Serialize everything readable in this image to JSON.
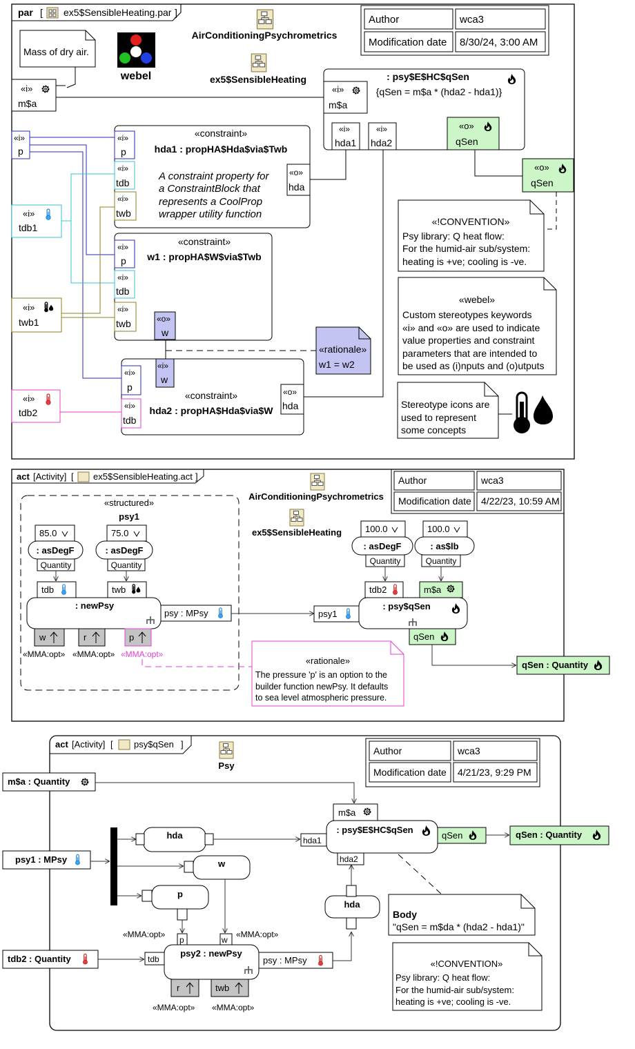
{
  "par": {
    "kw": "par",
    "name": "ex5$SensibleHeating.par",
    "pkg1": "AirConditioningPsychrometrics",
    "pkg2": "ex5$SensibleHeating",
    "logo": "webel",
    "note_mass": "Mass of dry air.",
    "info": {
      "author_label": "Author",
      "author": "wca3",
      "mod_label": "Modification date",
      "mod": "8/30/24, 3:00 AM"
    },
    "stereo_i": "«i»",
    "stereo_o": "«o»",
    "stereo_constraint": "«constraint»",
    "ports": {
      "ma": "m$a",
      "p": "p",
      "tdb1": "tdb1",
      "twb1": "twb1",
      "tdb2": "tdb2",
      "hda": "hda",
      "hda1": "hda1",
      "hda2": "hda2",
      "qsen": "qSen",
      "tdb": "tdb",
      "twb": "twb",
      "w": "w"
    },
    "c1": {
      "name": "hda1 : propHA$Hda$via$Twb",
      "desc": [
        "A constraint property for",
        "a ConstraintBlock that",
        "represents a CoolProp",
        "wrapper utility function"
      ]
    },
    "c2": {
      "name": "w1 : propHA$W$via$Twb"
    },
    "c3": {
      "name": "hda2 : propHA$Hda$via$W"
    },
    "qsen_block": {
      "name": ": psy$E$HC$qSen",
      "formula": "{qSen = m$a * (hda2 - hda1)}"
    },
    "rationale": {
      "kw": "«rationale»",
      "text": "w1 = w2"
    },
    "conv": {
      "kw": "«!CONVENTION»",
      "lines": [
        "Psy library: Q heat flow:",
        "For the humid-air sub/system:",
        "heating is +ve; cooling is -ve."
      ]
    },
    "webel_note": {
      "kw": "«webel»",
      "lines": [
        "Custom stereotypes keywords",
        "«i» and «o»  are used to indicate",
        "value properties and constraint",
        "parameters that are intended to",
        "be  used as (i)nputs and (o)utputs"
      ]
    },
    "icons_note": [
      "Stereotype icons are",
      "used to represent",
      "some concepts"
    ]
  },
  "act1": {
    "kw": "act",
    "kind": "[Activity]",
    "name": "ex5$SensibleHeating.act",
    "pkg1": "AirConditioningPsychrometrics",
    "pkg2": "ex5$SensibleHeating",
    "info": {
      "author_label": "Author",
      "author": "wca3",
      "mod_label": "Modification date",
      "mod": "4/22/23, 10:59 AM"
    },
    "structured_kw": "«structured»",
    "structured_name": "psy1",
    "vals": {
      "v85": "85.0",
      "v75": "75.0",
      "v100a": "100.0",
      "v100b": "100.0"
    },
    "asdegf": ": asDegF",
    "aslb": ": as$lb",
    "quantity": "Quantity",
    "newpsy": ": newPsy",
    "psy_out": "psy : MPsy",
    "psy1_in": "psy1",
    "qsen_action": ": psy$qSen",
    "pins": {
      "tdb": "tdb",
      "twb": "twb",
      "w": "w",
      "r": "r",
      "p": "p",
      "tdb2": "tdb2",
      "ma": "m$a",
      "qsen": "qSen"
    },
    "opt": "«MMA:opt»",
    "qsen_out": "qSen : Quantity",
    "rationale": {
      "kw": "«rationale»",
      "lines": [
        "The pressure 'p' is an option to the",
        "builder function newPsy. It defaults",
        "to sea level atmospheric pressure."
      ]
    }
  },
  "act2": {
    "kw": "act",
    "kind": "[Activity]",
    "name": "psy$qSen",
    "pkg": "Psy",
    "info": {
      "author_label": "Author",
      "author": "wca3",
      "mod_label": "Modification date",
      "mod": "4/21/23, 9:29 PM"
    },
    "ma_param": "m$a : Quantity",
    "psy1_param": "psy1 : MPsy",
    "tdb2_param": "tdb2 : Quantity",
    "qsen_param": "qSen : Quantity",
    "hda": "hda",
    "w": "w",
    "p": "p",
    "newpsy": "psy2 : newPsy",
    "psy_out": "psy : MPsy",
    "qsen_action": ": psy$E$HC$qSen",
    "pins": {
      "ma": "m$a",
      "hda1": "hda1",
      "hda2": "hda2",
      "qsen": "qSen",
      "tdb": "tdb",
      "p": "p",
      "w": "w",
      "r": "r",
      "twb": "twb"
    },
    "opt": "«MMA:opt»",
    "body": {
      "title": "Body",
      "text": "\"qSen = m$da * (hda2 - hda1)\""
    },
    "conv": {
      "kw": "«!CONVENTION»",
      "lines": [
        "Psy library: Q heat flow:",
        "For the humid-air sub/system:",
        "heating is +ve; cooling is -ve."
      ]
    }
  },
  "colors": {
    "blue": "#2a2ab8",
    "cyan": "#38c0d0",
    "olive": "#8c8020",
    "magenta": "#e040d0",
    "green_fill": "#ccf5c8",
    "lavender": "#c4c4f2",
    "gray_pin": "#c4c4c4",
    "ink": "#000000"
  }
}
